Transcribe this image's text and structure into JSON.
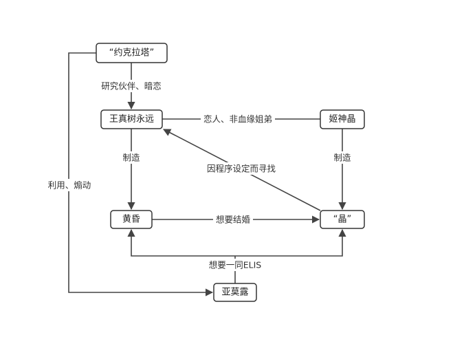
{
  "nodes": {
    "yakurata": {
      "label": "“约克拉塔”"
    },
    "makimasaki": {
      "label": "王真树永远"
    },
    "himegami": {
      "label": "姬神晶"
    },
    "tasogare": {
      "label": "黄昏"
    },
    "akira": {
      "label": "“晶”"
    },
    "amoru": {
      "label": "亚莫露"
    }
  },
  "edges": {
    "research_partner": {
      "label": "研究伙伴、暗恋"
    },
    "lovers": {
      "label": "恋人、非血缘姐弟"
    },
    "make_left": {
      "label": "制造"
    },
    "make_right": {
      "label": "制造"
    },
    "search": {
      "label": "因程序设定而寻找"
    },
    "marry": {
      "label": "想要结婚"
    },
    "elis": {
      "label": "想要一同ELIS"
    },
    "use": {
      "label": "利用、煽动"
    }
  },
  "colors": {
    "stroke": "#444444",
    "node_border": "#333333",
    "background": "#ffffff"
  }
}
